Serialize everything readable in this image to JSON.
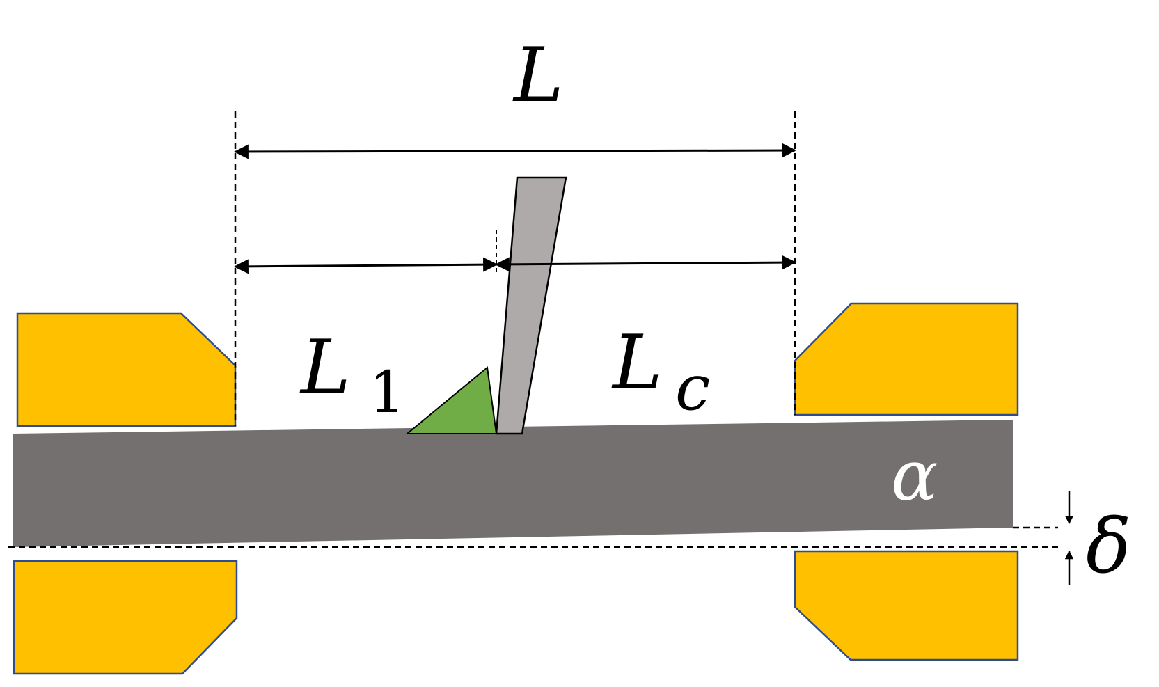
{
  "labels": {
    "total_length": "L",
    "first_segment_symbol": "L",
    "first_segment_subscript": "1",
    "second_segment_symbol": "L",
    "second_segment_subscript": "c",
    "angle": "α",
    "deflection": "δ"
  },
  "colors": {
    "clamp_fill": "#FFC000",
    "clamp_stroke": "#2F4C8F",
    "beam_fill": "#747070",
    "blade_fill": "#AEAAAA",
    "fillet_fill": "#70AD47",
    "line": "#000000",
    "alpha_text": "#ffffff"
  },
  "icons": {
    "dimension_arrow": "double-headed-arrow",
    "deflection_marker": "inward-arrows"
  }
}
